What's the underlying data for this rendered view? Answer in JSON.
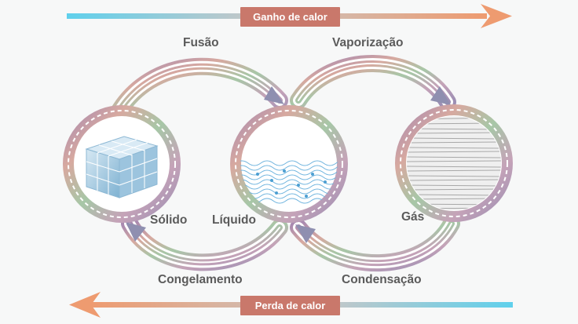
{
  "top_bar": {
    "label": "Ganho de calor"
  },
  "bottom_bar": {
    "label": "Perda de calor"
  },
  "processes": {
    "melting": "Fusão",
    "vaporization": "Vaporização",
    "freezing": "Congelamento",
    "condensation": "Condensação"
  },
  "states": {
    "solid": "Sólido",
    "liquid": "Líquido",
    "gas": "Gás"
  },
  "colors": {
    "badge": "#c9786b",
    "arrow_warm": "#ee9b70",
    "arrow_cool": "#5fd0ec",
    "label_text": "#5b5b5b",
    "water": "#6fb4de",
    "ice": "#a9cde3"
  },
  "icons": {
    "solid": "ice-cubes-icon",
    "liquid": "water-waves-icon",
    "gas": "vapor-lines-icon"
  }
}
